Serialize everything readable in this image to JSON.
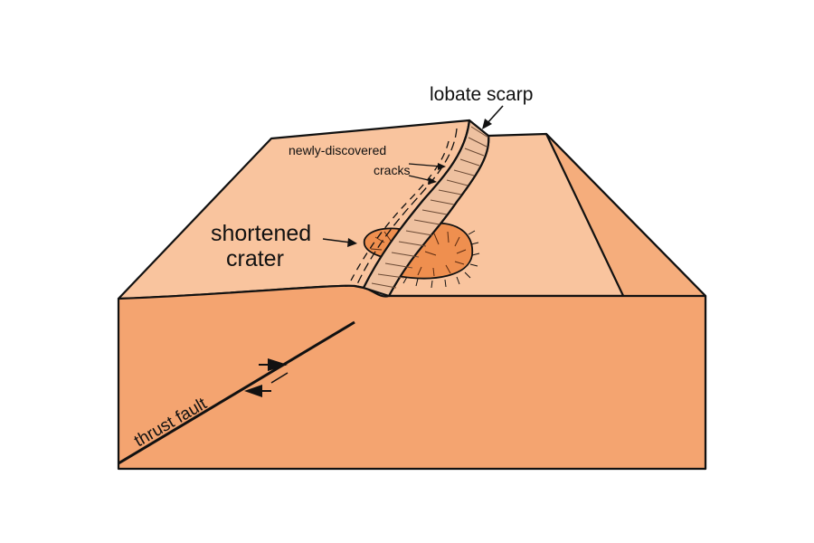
{
  "labels": {
    "lobate_scarp": "lobate scarp",
    "cracks_line1": "newly-discovered",
    "cracks_line2": "cracks",
    "crater_line1": "shortened",
    "crater_line2": "crater",
    "thrust_fault": "thrust fault"
  },
  "colors": {
    "top_surface": "#f9c49e",
    "front_face": "#f4a470",
    "side_face": "#f5ad7c",
    "scarp_face": "#eec1a0",
    "crater_floor": "#ef8f4f",
    "outline": "#111111"
  }
}
